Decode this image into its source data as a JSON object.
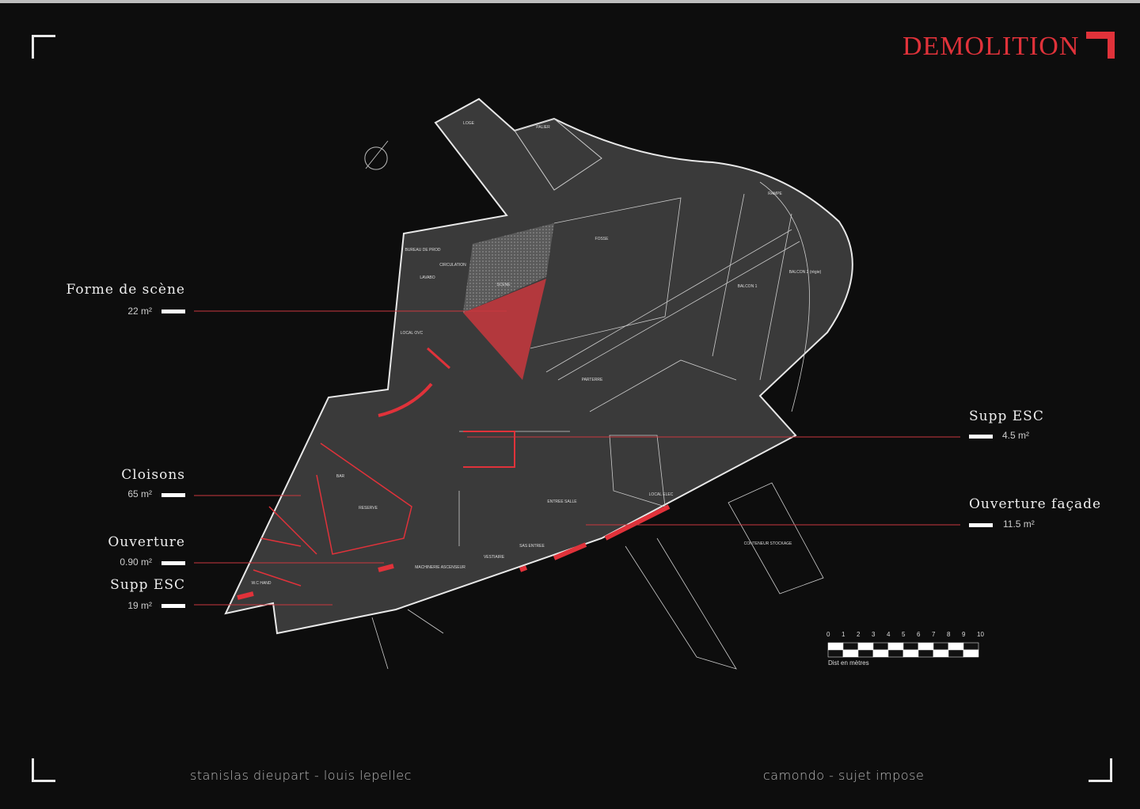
{
  "title": "DEMOLITION",
  "colors": {
    "accent": "#e0323a",
    "background": "#0d0d0d",
    "plan": "#3a3a3a"
  },
  "annotations_left": [
    {
      "label": "Forme de scène",
      "value": "22 m²"
    },
    {
      "label": "Cloisons",
      "value": "65 m²"
    },
    {
      "label": "Ouverture",
      "value": "0.90 m²"
    },
    {
      "label": "Supp ESC",
      "value": "19 m²"
    }
  ],
  "annotations_right": [
    {
      "label": "Supp ESC",
      "value": "4.5 m²"
    },
    {
      "label": "Ouverture façade",
      "value": "11.5 m²"
    }
  ],
  "rooms": [
    "LOGE",
    "PALIER",
    "FOSSE",
    "SCENE",
    "BALCON 1",
    "BALCON 2 (régie)",
    "RAMPE",
    "PARTERRE",
    "CIRCULATION",
    "BUREAU DE PROD",
    "LAVABO",
    "LOCAL OVC",
    "BAR",
    "RESERVE",
    "W.C HAND",
    "ENTREE SALLE",
    "VESTIAIRE",
    "SAS ENTREE",
    "LOCAL ELEC",
    "CONTENEUR STOCKAGE",
    "MACHINERIE ASCENSEUR"
  ],
  "scale": {
    "ticks": [
      "0",
      "1",
      "2",
      "3",
      "4",
      "5",
      "6",
      "7",
      "8",
      "9",
      "10"
    ],
    "caption": "Dist en mètres"
  },
  "footer": {
    "authors": "stanislas dieupart  -  louis lepellec",
    "subject": "camondo - sujet impose"
  }
}
